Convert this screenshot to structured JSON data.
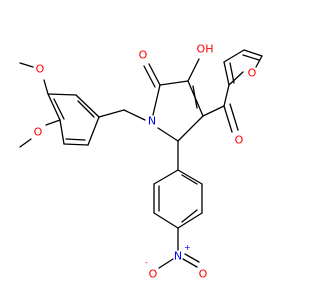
{
  "atoms": {
    "methoxy_o1": "O",
    "methoxy_o2": "O",
    "lactam_o": "O",
    "hydroxy": "OH",
    "furan_o": "O",
    "ketone_o": "O",
    "lactam_n": "N",
    "nitro_n": "N",
    "nitro_n_charge": "+",
    "nitro_o_minus": "O",
    "nitro_o_minus_charge": "-",
    "nitro_o": "O"
  },
  "colors": {
    "bond": "#000000",
    "oxygen": "#ff0000",
    "nitrogen": "#0000ff",
    "background": "#ffffff"
  }
}
